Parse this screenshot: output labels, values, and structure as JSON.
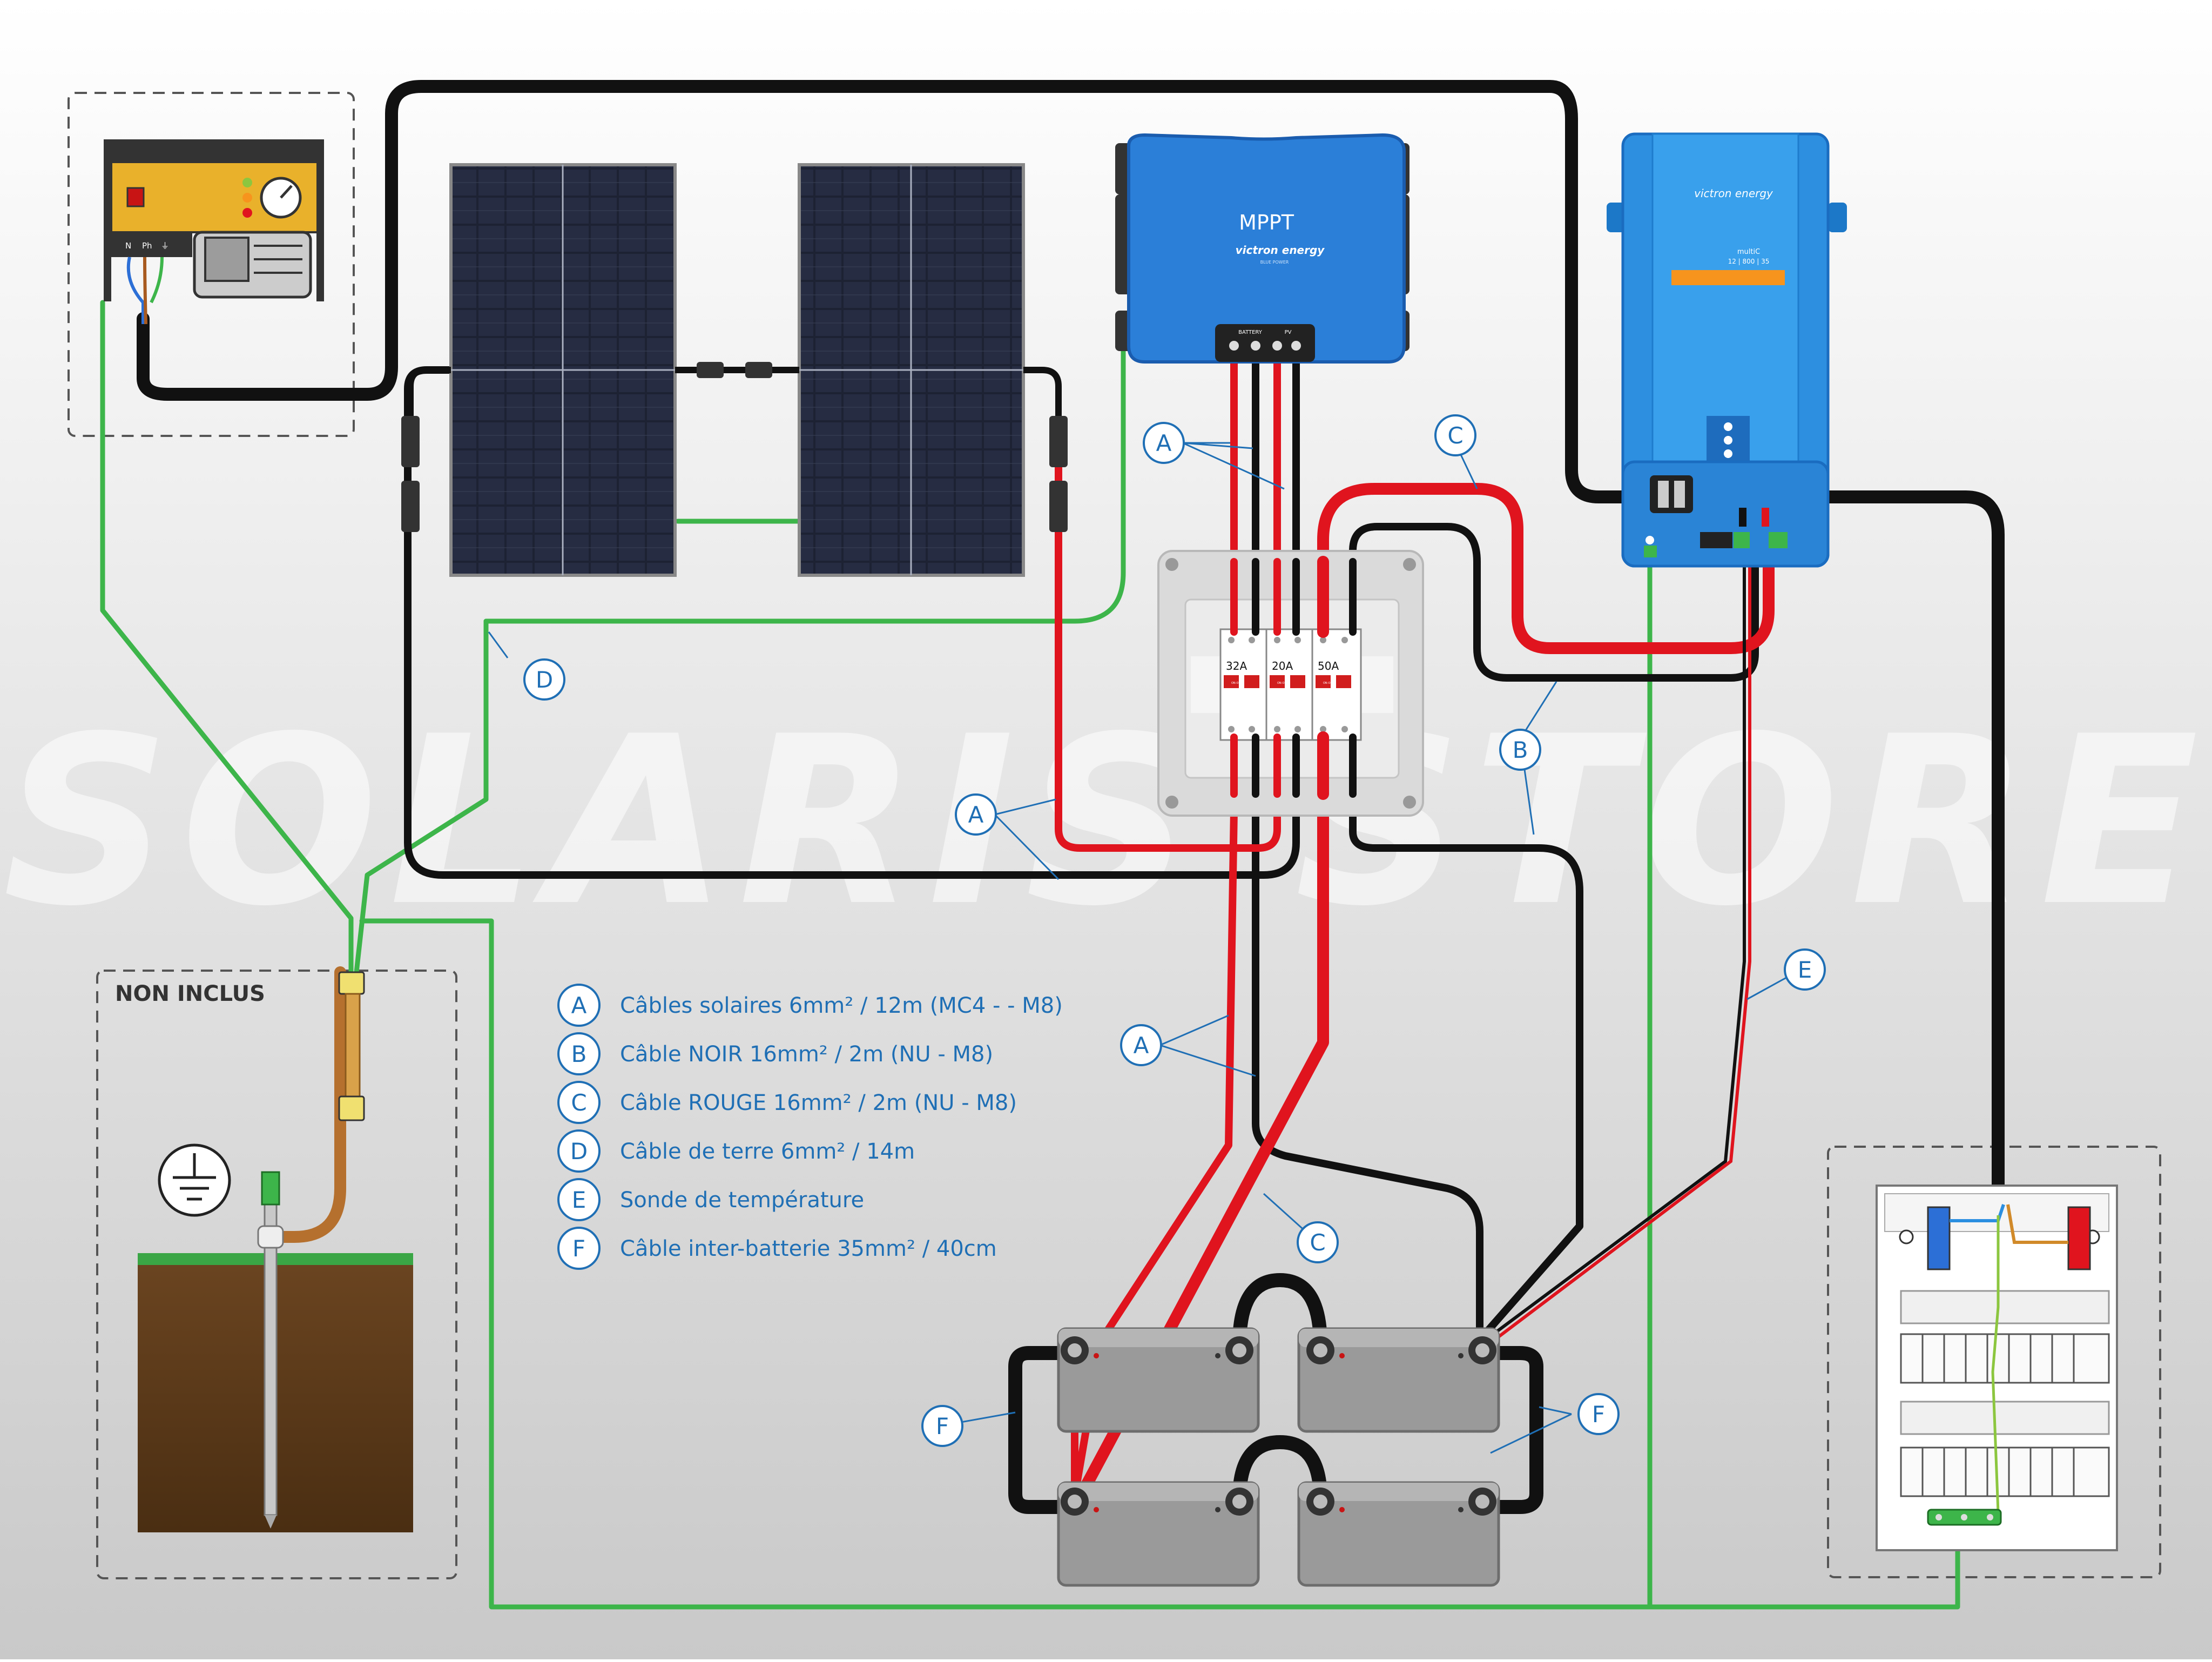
{
  "watermark": "SOLARIS STORE",
  "not_included_label": "NON INCLUS",
  "mppt": {
    "label": "MPPT",
    "brand": "victron energy",
    "brand_sub": "BLUE POWER",
    "port_battery": "BATTERY",
    "port_pv": "PV"
  },
  "inverter": {
    "brand": "victron energy",
    "model_line1": "multiC",
    "model_line2": "12 | 800 | 35"
  },
  "generator": {
    "terminals": [
      "N",
      "Ph",
      "⏚"
    ]
  },
  "breakers": [
    {
      "rating": "32A",
      "state": "ON-OFF"
    },
    {
      "rating": "20A",
      "state": "ON-OFF"
    },
    {
      "rating": "50A",
      "state": "ON-OFF"
    }
  ],
  "callout_letters": [
    "A",
    "B",
    "C",
    "D",
    "E",
    "F"
  ],
  "legend": [
    {
      "letter": "A",
      "text": "Câbles solaires 6mm² / 12m (MC4 - - M8)"
    },
    {
      "letter": "B",
      "text": "Câble NOIR 16mm² / 2m (NU - M8)"
    },
    {
      "letter": "C",
      "text": "Câble ROUGE 16mm² / 2m (NU - M8)"
    },
    {
      "letter": "D",
      "text": "Câble de terre 6mm² / 14m"
    },
    {
      "letter": "E",
      "text": "Sonde de température"
    },
    {
      "letter": "F",
      "text": "Câble inter-batterie 35mm² / 40cm"
    }
  ],
  "colors": {
    "cable_black": "#111111",
    "cable_red": "#e0141e",
    "cable_green": "#3db54a",
    "callout_blue": "#1f6fb5",
    "victron_blue": "#2d8fe0",
    "mppt_blue": "#2b7fd8",
    "battery_grey": "#9a9a9a",
    "generator_yellow": "#e9b12b"
  }
}
